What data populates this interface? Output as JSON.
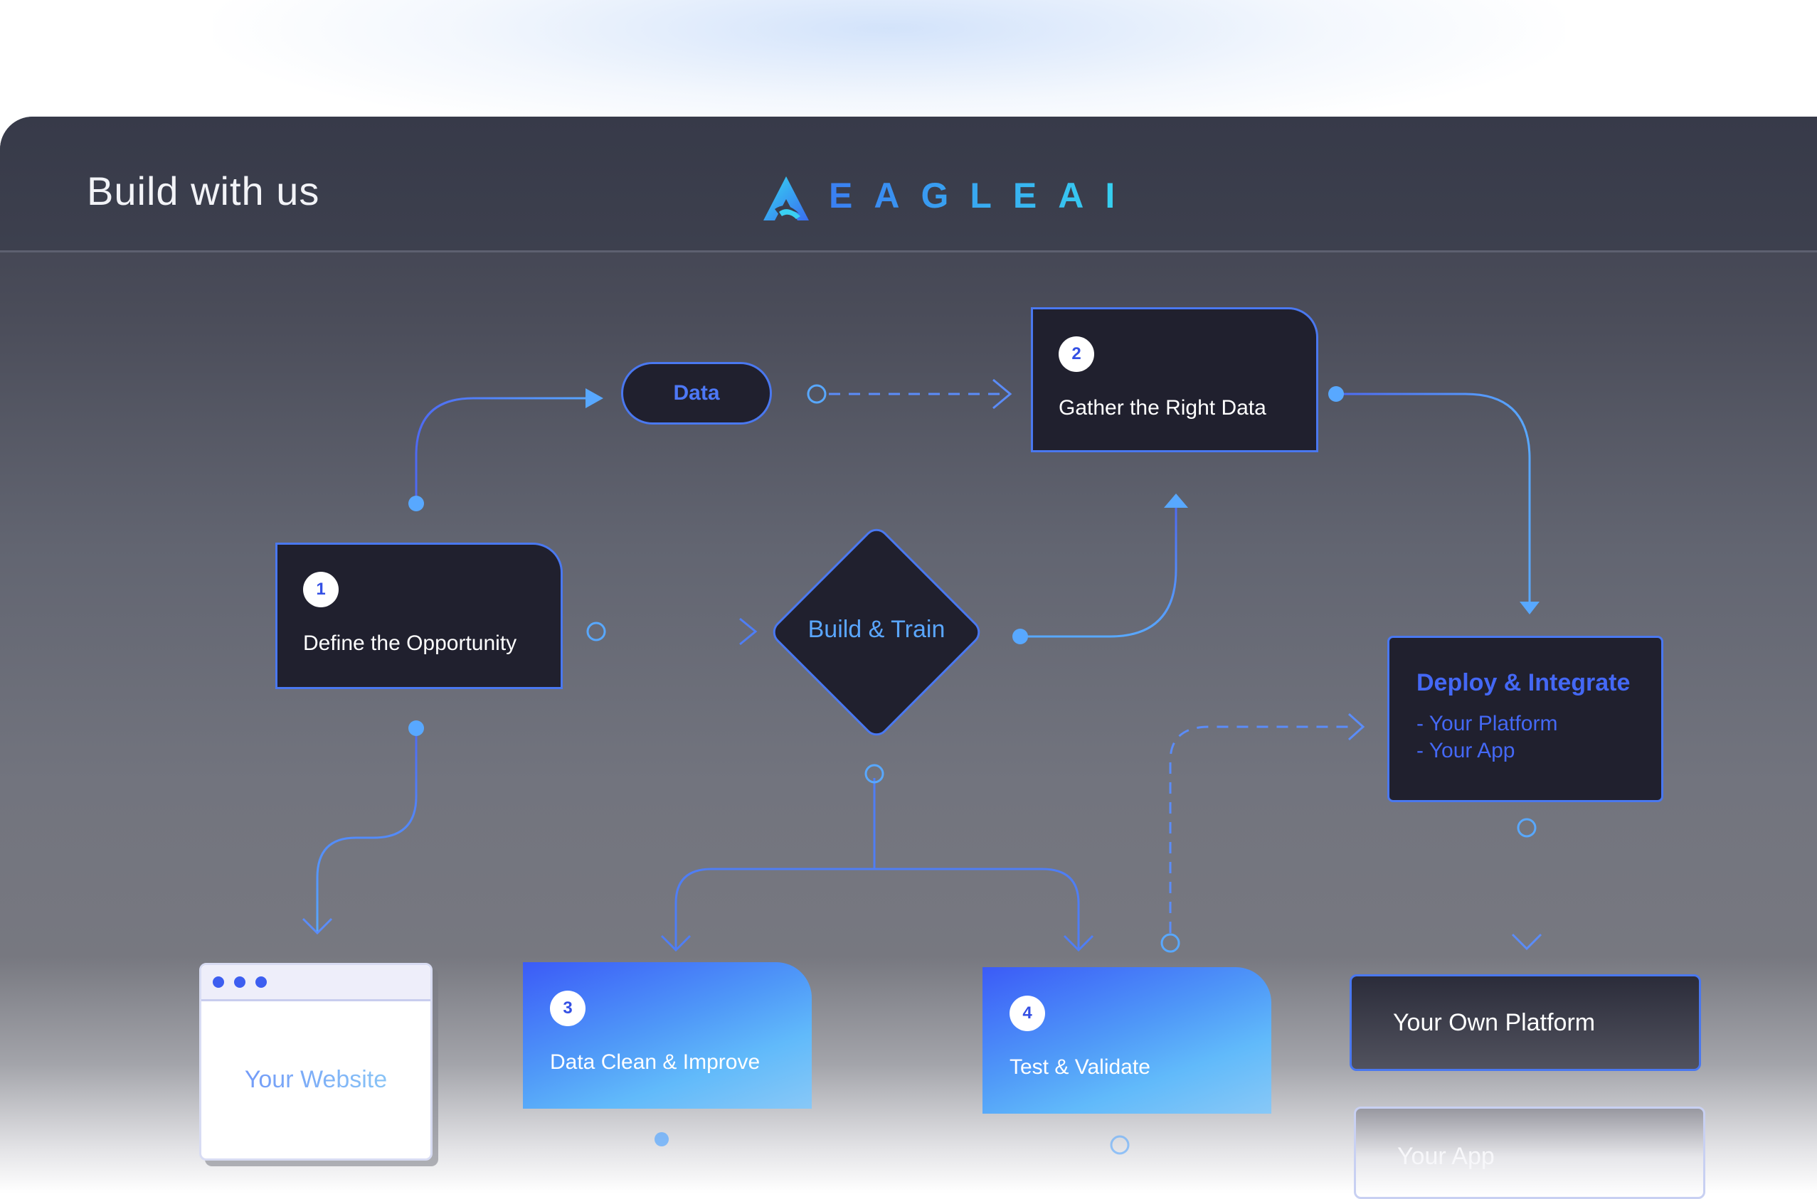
{
  "header": {
    "title": "Build with us",
    "logo_text": "EAGLEAI"
  },
  "nodes": {
    "data_pill": "Data",
    "step1": {
      "number": "1",
      "label": "Define the Opportunity"
    },
    "step2": {
      "number": "2",
      "label": "Gather the Right Data"
    },
    "build_train": "Build & Train",
    "step3": {
      "number": "3",
      "label": "Data Clean & Improve"
    },
    "step4": {
      "number": "4",
      "label": "Test & Validate"
    },
    "deploy": {
      "title": "Deploy & Integrate",
      "items": [
        "- Your Platform",
        "- Your App"
      ]
    },
    "website": "Your Website",
    "own_platform": "Your Own Platform",
    "your_app": "Your App"
  },
  "colors": {
    "accent": "#4a78f0",
    "node_bg": "#20202e",
    "light_accent": "#5aa6ff"
  }
}
